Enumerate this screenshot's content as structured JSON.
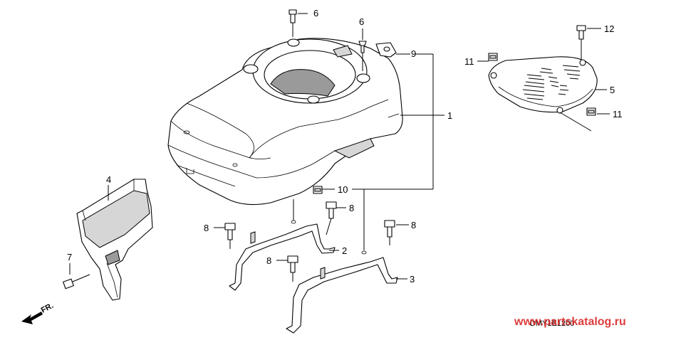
{
  "callouts": [
    {
      "id": "c6a",
      "label": "6"
    },
    {
      "id": "c6b",
      "label": "6"
    },
    {
      "id": "c9",
      "label": "9"
    },
    {
      "id": "c12",
      "label": "12"
    },
    {
      "id": "c11a",
      "label": "11"
    },
    {
      "id": "c5",
      "label": "5"
    },
    {
      "id": "c11b",
      "label": "11"
    },
    {
      "id": "c1",
      "label": "1"
    },
    {
      "id": "c4",
      "label": "4"
    },
    {
      "id": "c10",
      "label": "10"
    },
    {
      "id": "c8a",
      "label": "8"
    },
    {
      "id": "c8b",
      "label": "8"
    },
    {
      "id": "c8c",
      "label": "8"
    },
    {
      "id": "c8d",
      "label": "8"
    },
    {
      "id": "c2",
      "label": "2"
    },
    {
      "id": "c3",
      "label": "3"
    },
    {
      "id": "c7",
      "label": "7"
    }
  ],
  "direction_label": "FR.",
  "diagram_code": "DMY1E1200",
  "watermark": "www.partskatalog.ru",
  "colors": {
    "watermark": "#d81b1b",
    "line": "#000000",
    "shade": "#d6d6d6"
  }
}
